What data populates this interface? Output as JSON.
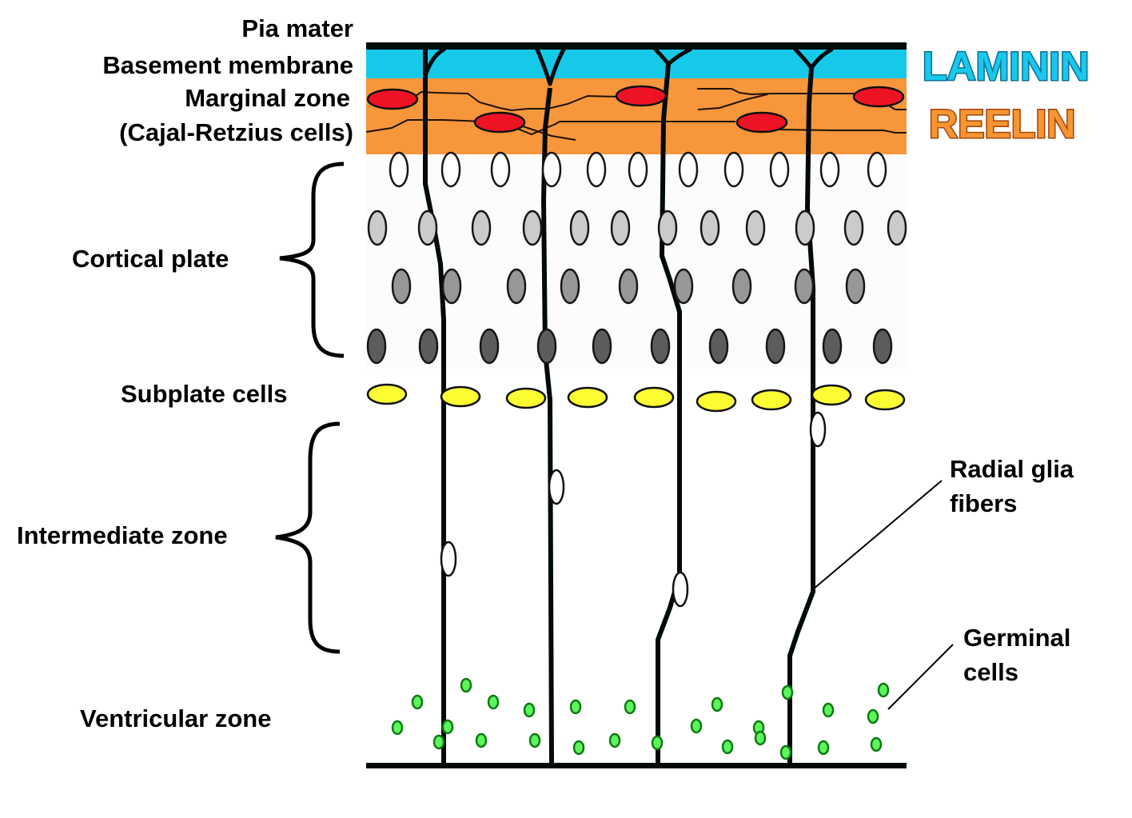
{
  "title": "Cortical layer development with radial glia",
  "labels": {
    "pia_mater": "Pia mater",
    "basement_membrane": "Basement membrane",
    "marginal_zone": "Marginal zone",
    "cajal_retzius": "(Cajal-Retzius cells)",
    "cortical_plate": "Cortical plate",
    "subplate_cells": "Subplate cells",
    "intermediate_zone": "Intermediate zone",
    "ventricular_zone": "Ventricular zone",
    "radial_glia_line1": "Radial glia",
    "radial_glia_line2": "fibers",
    "germinal_line1": "Germinal",
    "germinal_line2": "cells"
  },
  "markers": {
    "laminin": {
      "text": "LAMININ",
      "fill": "#19c8ec",
      "stroke": "#0a6f96"
    },
    "reelin": {
      "text": "REELIN",
      "fill": "#f79533",
      "stroke": "#a3450b"
    }
  },
  "colors": {
    "basement_membrane": "#17c9e8",
    "marginal_zone": "#f7963b",
    "cajal_retzius_cell": "#ee1324",
    "subplate_cell": "#fcfc33",
    "germinal_cell": "#5cf55c",
    "germinal_outline": "#0e7a12",
    "cortical_rows": [
      "#ffffff",
      "#cbcbcb",
      "#979797",
      "#5c5c5c"
    ]
  },
  "counts": {
    "radial_glia_fibers": 4,
    "cajal_retzius_cells": 5,
    "cortical_plate_rows": 4,
    "subplate_cells": 9,
    "migrating_neurons": 4,
    "germinal_cells": 29
  }
}
